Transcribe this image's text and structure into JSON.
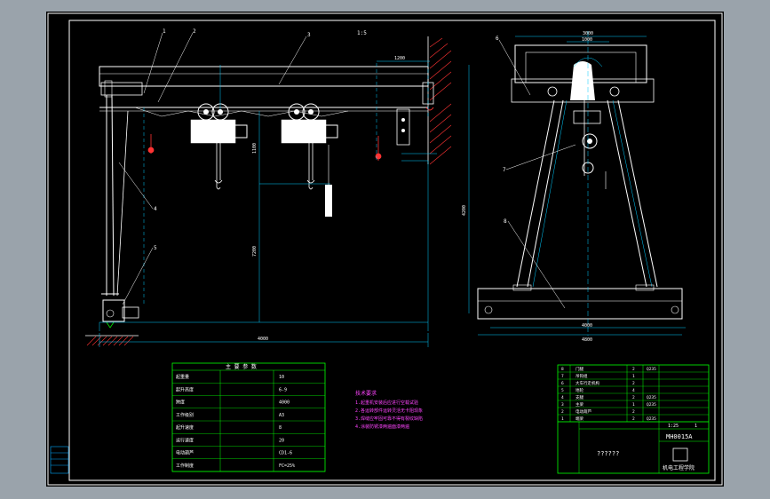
{
  "drawing": {
    "colors": {
      "background": "#000000",
      "frame": "#ffffff",
      "hidden_lines": "#00d0ff",
      "dimension": "#00ff00",
      "hook": "#ff3030",
      "text_magenta": "#ff40ff",
      "structure": "#ffffff",
      "table": "#00ff00"
    },
    "balloons": [
      "1",
      "2",
      "3",
      "4",
      "5"
    ],
    "side_balloons": [
      "6",
      "7",
      "8"
    ],
    "dim_top": "1200",
    "dim_span": "4000",
    "dim_left_height": "1100",
    "dim_mid_height": "7200",
    "dim_right_height": "4200",
    "side_dim_top": "3000",
    "side_dim_mid": "1000",
    "side_dim_bottom": "4000",
    "side_dim_bottom2": "4800",
    "scale_label": "1:5"
  },
  "spec_table": {
    "title": "主 要 参 数",
    "rows": [
      [
        "起重量",
        "",
        "10"
      ],
      [
        "起升高度",
        "",
        "6-9"
      ],
      [
        "跨度",
        "",
        "4000"
      ],
      [
        "工作级别",
        "",
        "A3"
      ],
      [
        "起升速度",
        "",
        "8"
      ],
      [
        "运行速度",
        "",
        "20"
      ],
      [
        "电动葫芦",
        "",
        "CD1-6"
      ],
      [
        "工作制度",
        "",
        "FC=25%"
      ]
    ]
  },
  "notes": {
    "title": "技术要求",
    "lines": [
      "1.起重机安装后应进行空载试验",
      "2.各运转部件运转灵活无卡阻现象",
      "3.焊缝应牢固可靠不得有裂纹缺陷",
      "4.涂装防锈漆两遍面漆两遍"
    ]
  },
  "title_block": {
    "drawing_no": "MH0015A",
    "name": "??????",
    "org": "机电工程学院",
    "scale": "1:25",
    "sheet": "1",
    "parts": [
      [
        "8",
        "门腿",
        "2",
        "Q235"
      ],
      [
        "7",
        "吊钩组",
        "1",
        ""
      ],
      [
        "6",
        "大车行走机构",
        "2",
        ""
      ],
      [
        "5",
        "地轮",
        "4",
        ""
      ],
      [
        "4",
        "支腿",
        "2",
        "Q235"
      ],
      [
        "3",
        "主梁",
        "1",
        "Q235"
      ],
      [
        "2",
        "电动葫芦",
        "2",
        ""
      ],
      [
        "1",
        "端梁",
        "2",
        "Q235"
      ]
    ]
  }
}
